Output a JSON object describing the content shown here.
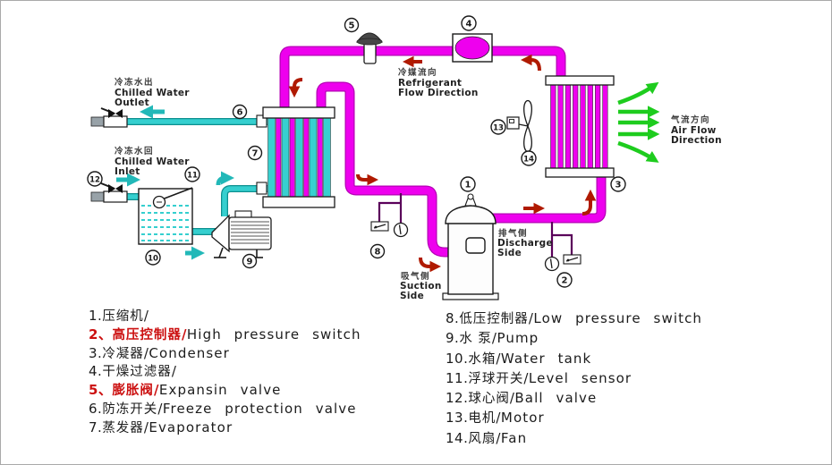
{
  "diagram": {
    "flow_labels": {
      "chilled_water_outlet": {
        "zh": "冷冻水出",
        "en_line1": "Chilled Water",
        "en_line2": "Outlet"
      },
      "chilled_water_inlet": {
        "zh": "冷冻水回",
        "en_line1": "Chilled Water",
        "en_line2": "Inlet"
      },
      "refrigerant_flow": {
        "zh": "冷媒流向",
        "en_line1": "Refrigerant",
        "en_line2": "Flow Direction"
      },
      "air_flow": {
        "zh": "气流方向",
        "en_line1": "Air Flow",
        "en_line2": "Direction"
      },
      "discharge_side": {
        "zh": "排气侧",
        "en_line1": "Discharge",
        "en_line2": "Side"
      },
      "suction_side": {
        "zh": "吸气侧",
        "en_line1": "Suction",
        "en_line2": "Side"
      }
    },
    "markers": [
      "1",
      "2",
      "3",
      "4",
      "5",
      "6",
      "7",
      "8",
      "9",
      "10",
      "11",
      "12",
      "13",
      "14"
    ],
    "colors": {
      "refrigerant_pipe": "#ee00ee",
      "water_pipe": "#35cfcf",
      "flow_arrow_red": "#b01a00",
      "air_arrow_green": "#1ecc1e",
      "legend_highlight_red": "#cc1111"
    }
  },
  "legend": {
    "separator": "/",
    "left": [
      {
        "num": "1.",
        "zh": "压缩机",
        "en": ""
      },
      {
        "num": "2、",
        "zh": "高压控制器",
        "en": "High pressure switch"
      },
      {
        "num": "3.",
        "zh": "冷凝器",
        "en": "Condenser"
      },
      {
        "num": "4.",
        "zh": "干燥过滤器",
        "en": ""
      },
      {
        "num": "5、",
        "zh": "膨胀阀",
        "en": "Expansin valve"
      },
      {
        "num": "6.",
        "zh": "防冻开关",
        "en": "Freeze protection valve"
      },
      {
        "num": "7.",
        "zh": "蒸发器",
        "en": "Evaporator"
      }
    ],
    "right": [
      {
        "num": "8.",
        "zh": "低压控制器",
        "en": "Low pressure switch"
      },
      {
        "num": "9.",
        "zh": "水 泵",
        "en": "Pump"
      },
      {
        "num": "10.",
        "zh": "水箱",
        "en": "Water tank"
      },
      {
        "num": "11.",
        "zh": "浮球开关",
        "en": "Level sensor"
      },
      {
        "num": "12.",
        "zh": "球心阀",
        "en": "Ball valve"
      },
      {
        "num": "13.",
        "zh": "电机",
        "en": "Motor"
      },
      {
        "num": "14.",
        "zh": "风扇",
        "en": "Fan"
      }
    ]
  }
}
